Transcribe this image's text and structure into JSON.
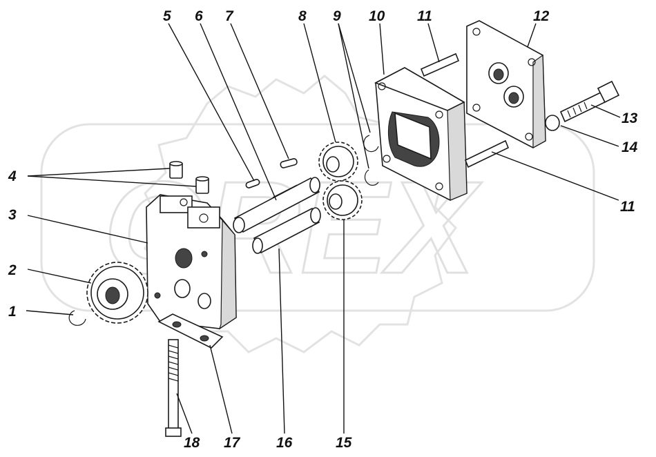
{
  "watermark": {
    "text": "OREX"
  },
  "callouts": [
    {
      "id": "c1",
      "text": "1"
    },
    {
      "id": "c2",
      "text": "2"
    },
    {
      "id": "c3",
      "text": "3"
    },
    {
      "id": "c4",
      "text": "4"
    },
    {
      "id": "c5",
      "text": "5"
    },
    {
      "id": "c6",
      "text": "6"
    },
    {
      "id": "c7",
      "text": "7"
    },
    {
      "id": "c8",
      "text": "8"
    },
    {
      "id": "c9",
      "text": "9"
    },
    {
      "id": "c10",
      "text": "10"
    },
    {
      "id": "c11a",
      "text": "11"
    },
    {
      "id": "c11b",
      "text": "11"
    },
    {
      "id": "c12",
      "text": "12"
    },
    {
      "id": "c13",
      "text": "13"
    },
    {
      "id": "c14",
      "text": "14"
    },
    {
      "id": "c15",
      "text": "15"
    },
    {
      "id": "c16",
      "text": "16"
    },
    {
      "id": "c17",
      "text": "17"
    },
    {
      "id": "c18",
      "text": "18"
    }
  ]
}
